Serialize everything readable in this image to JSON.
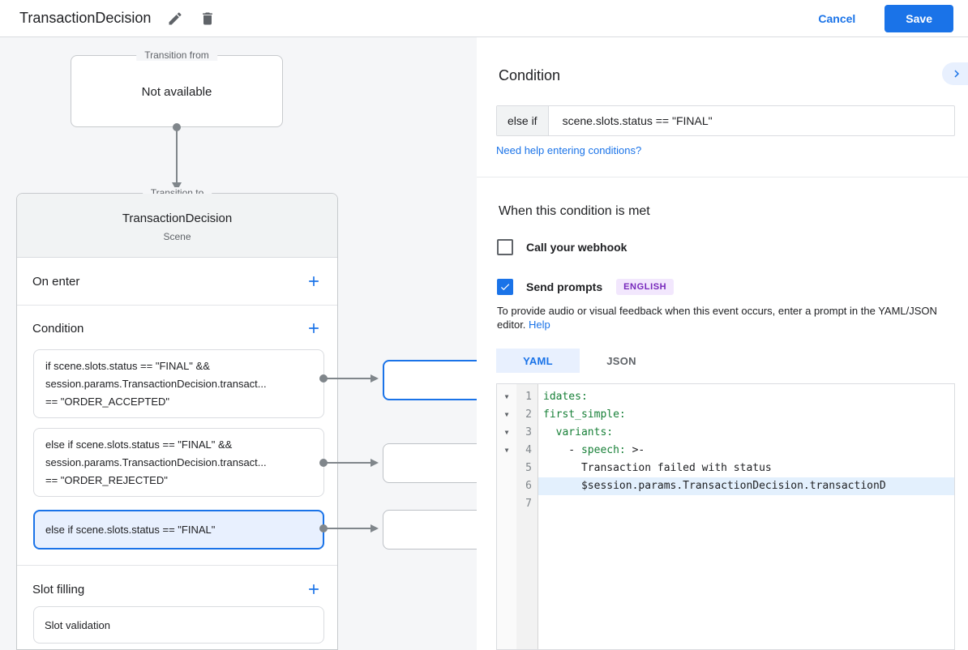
{
  "colors": {
    "accent": "#1A73E8",
    "selected_bg": "#E8F0FE",
    "yaml_key_green": "#188038",
    "badge_bg": "#F2E7FD",
    "badge_text": "#7627BB",
    "line_highlight": "#E3F0FD",
    "canvas_bg": "#F5F6F8"
  },
  "header": {
    "title": "TransactionDecision",
    "cancel_label": "Cancel",
    "save_label": "Save"
  },
  "diagram": {
    "transition_from": {
      "legend": "Transition from",
      "label": "Not available"
    },
    "transition_to": {
      "legend": "Transition to",
      "title": "TransactionDecision",
      "subtitle": "Scene",
      "on_enter_label": "On enter",
      "condition_label": "Condition",
      "slot_filling_label": "Slot filling",
      "slot_card_label": "Slot validation",
      "condition_cards": [
        {
          "text": "if scene.slots.status == \"FINAL\" &&\nsession.params.TransactionDecision.transact...\n== \"ORDER_ACCEPTED\"",
          "selected": false
        },
        {
          "text": "else if scene.slots.status == \"FINAL\" &&\nsession.params.TransactionDecision.transact...\n== \"ORDER_REJECTED\"",
          "selected": false
        },
        {
          "text": "else if scene.slots.status == \"FINAL\"",
          "selected": true
        }
      ]
    }
  },
  "panel": {
    "condition": {
      "heading": "Condition",
      "prefix": "else if",
      "value": "scene.slots.status == \"FINAL\"",
      "help_link": "Need help entering conditions?"
    },
    "when_met": {
      "heading": "When this condition is met",
      "webhook_label": "Call your webhook",
      "webhook_checked": false,
      "prompts_label": "Send prompts",
      "prompts_checked": true,
      "language_badge": "ENGLISH",
      "description": "To provide audio or visual feedback when this event occurs, enter a prompt in the YAML/JSON\neditor. ",
      "help_label": "Help"
    },
    "editor": {
      "tabs": [
        {
          "label": "YAML",
          "active": true
        },
        {
          "label": "JSON",
          "active": false
        }
      ],
      "lines": [
        {
          "num": "1",
          "key": "idates:"
        },
        {
          "num": "2",
          "key": "first_simple:"
        },
        {
          "num": "3",
          "key": "  variants:"
        },
        {
          "num": "4",
          "pre": "    - ",
          "key": "speech:",
          "post": " >-"
        },
        {
          "num": "5",
          "text": "      Transaction failed with status"
        },
        {
          "num": "6",
          "text": "      $session.params.TransactionDecision.transactionD",
          "highlighted": true
        },
        {
          "num": "7",
          "text": ""
        }
      ]
    }
  }
}
